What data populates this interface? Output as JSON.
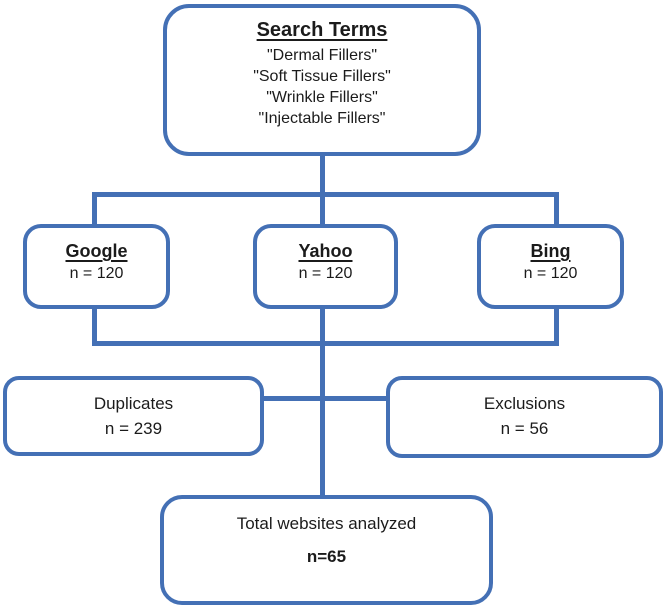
{
  "diagram": {
    "accent_color": "#4470b5",
    "search_terms": {
      "title": "Search Terms",
      "terms": [
        "\"Dermal Fillers\"",
        "\"Soft Tissue Fillers\"",
        "\"Wrinkle Fillers\"",
        "\"Injectable Fillers\""
      ]
    },
    "engines": [
      {
        "name": "Google",
        "count": "n = 120"
      },
      {
        "name": "Yahoo",
        "count": "n = 120"
      },
      {
        "name": "Bing",
        "count": "n = 120"
      }
    ],
    "duplicates": {
      "label": "Duplicates",
      "count": "n = 239"
    },
    "exclusions": {
      "label": "Exclusions",
      "count": "n = 56"
    },
    "total": {
      "label": "Total websites analyzed",
      "count": "n=65"
    }
  }
}
